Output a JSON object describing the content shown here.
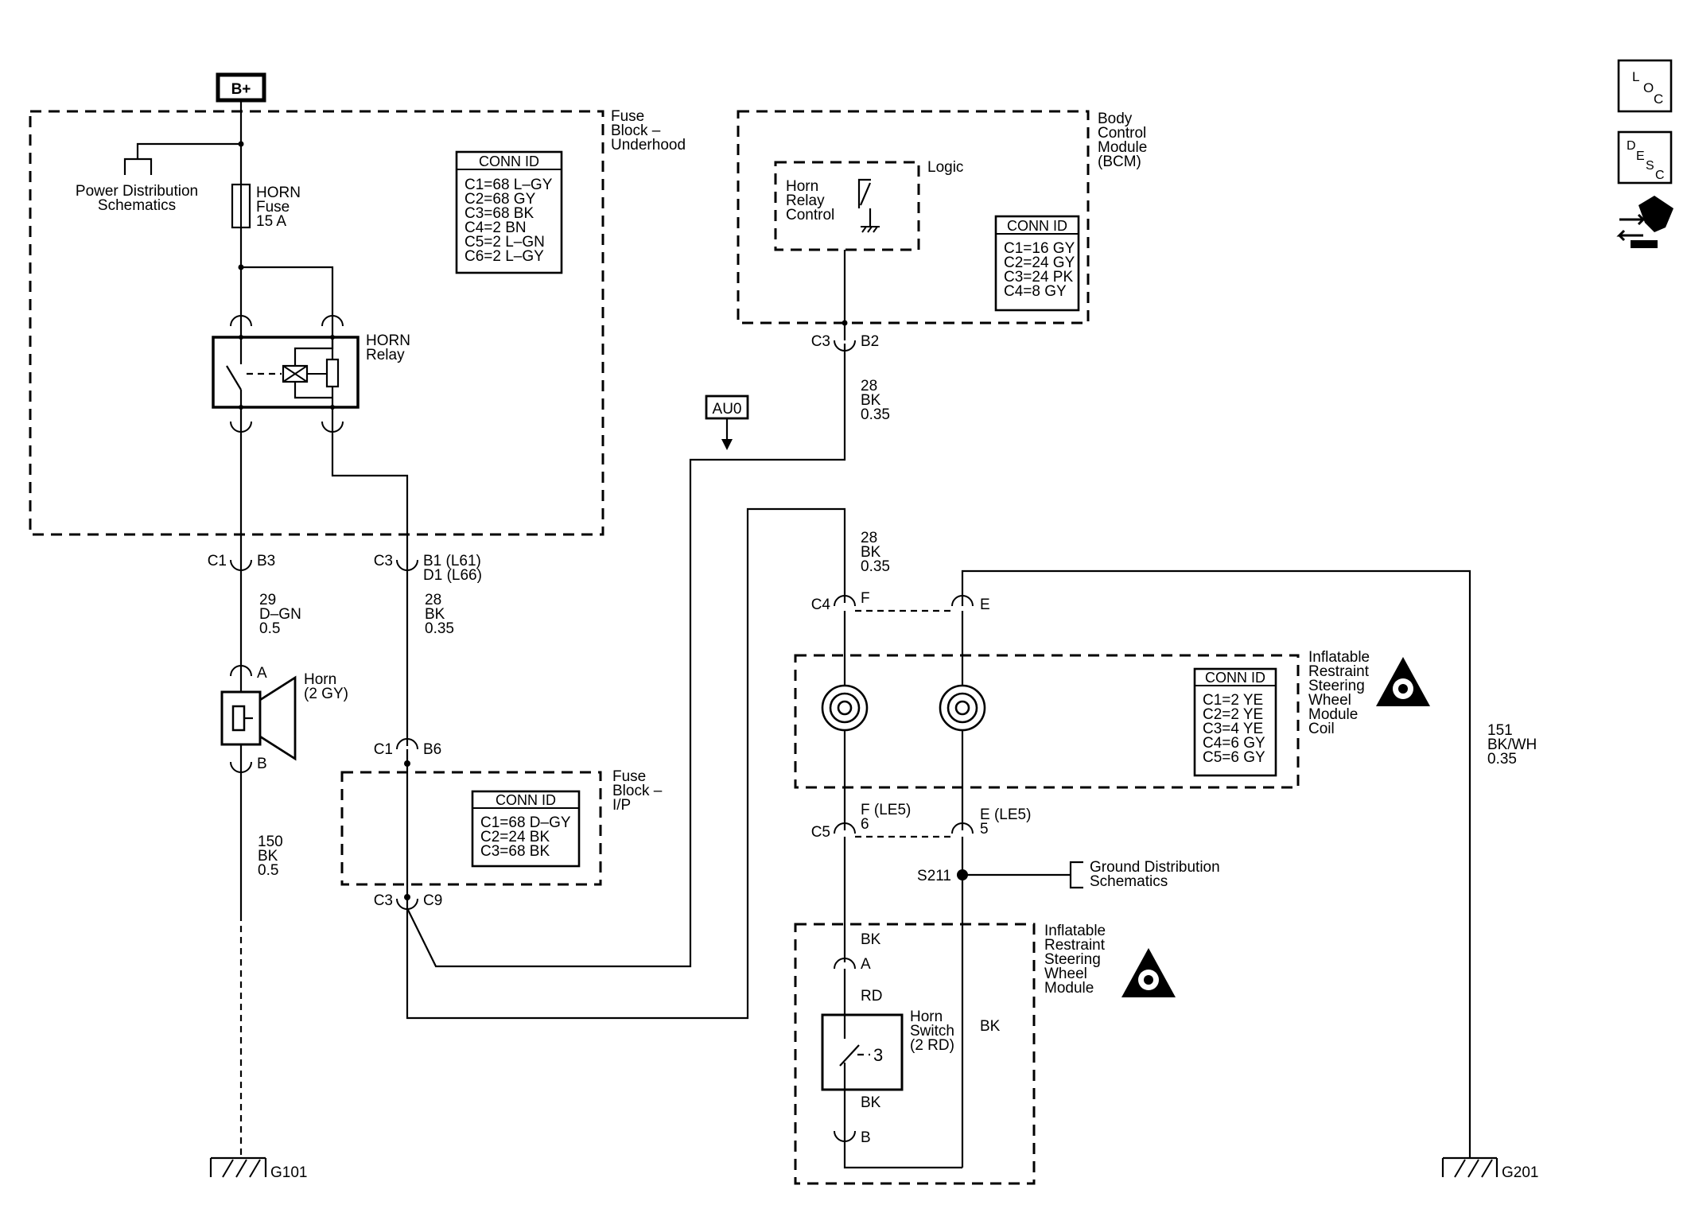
{
  "power": {
    "battery": "B+"
  },
  "fuse_block_underhood": {
    "title": [
      "Fuse",
      "Block –",
      "Underhood"
    ],
    "power_distribution": [
      "Power Distribution",
      "Schematics"
    ],
    "horn_fuse": [
      "HORN",
      "Fuse",
      "15 A"
    ],
    "horn_relay": [
      "HORN",
      "Relay"
    ],
    "conn_id": {
      "header": "CONN ID",
      "rows": [
        "C1=68 L–GY",
        "C2=68 GY",
        "C3=68 BK",
        "C4=2 BN",
        "C5=2 L–GN",
        "C6=2 L–GY"
      ]
    }
  },
  "bcm": {
    "title": [
      "Body",
      "Control",
      "Module",
      "(BCM)"
    ],
    "logic": "Logic",
    "horn_relay_control": [
      "Horn",
      "Relay",
      "Control"
    ],
    "conn_id": {
      "header": "CONN ID",
      "rows": [
        "C1=16 GY",
        "C2=24 GY",
        "C3=24 PK",
        "C4=8 GY"
      ]
    }
  },
  "fuse_block_ip": {
    "title": [
      "Fuse",
      "Block –",
      "I/P"
    ],
    "conn_id": {
      "header": "CONN ID",
      "rows": [
        "C1=68 D–GY",
        "C2=24 BK",
        "C3=68 BK"
      ]
    }
  },
  "coil_module": {
    "title": [
      "Inflatable",
      "Restraint",
      "Steering",
      "Wheel",
      "Module",
      "Coil"
    ],
    "conn_id": {
      "header": "CONN ID",
      "rows": [
        "C1=2 YE",
        "C2=2 YE",
        "C3=4 YE",
        "C4=6 GY",
        "C5=6 GY"
      ]
    }
  },
  "steering_module": {
    "title": [
      "Inflatable",
      "Restraint",
      "Steering",
      "Wheel",
      "Module"
    ],
    "horn_switch": [
      "Horn",
      "Switch",
      "(2 RD)"
    ]
  },
  "horn": {
    "label": [
      "Horn",
      "(2 GY)"
    ]
  },
  "ground_distribution": [
    "Ground Distribution",
    "Schematics"
  ],
  "splice": "S211",
  "grounds": {
    "g101": "G101",
    "g201": "G201"
  },
  "option_flag": "AU0",
  "connectors": {
    "c1": "C1",
    "b3": "B3",
    "c3": "C3",
    "b1": "B1 (L61)",
    "d1": "D1 (L66)",
    "a": "A",
    "b": "B",
    "c1b": "C1",
    "b6": "B6",
    "c3b": "C3",
    "c9": "C9",
    "c3bcm": "C3",
    "b2": "B2",
    "c4": "C4",
    "f": "F",
    "e": "E",
    "c5": "C5",
    "f_le5": "F (LE5)",
    "six": "6",
    "e_le5": "E (LE5)",
    "five": "5",
    "sw_a": "A",
    "sw_b": "B"
  },
  "wires": {
    "w29": [
      "29",
      "D–GN",
      "0.5"
    ],
    "w28a": [
      "28",
      "BK",
      "0.35"
    ],
    "w150": [
      "150",
      "BK",
      "0.5"
    ],
    "w28bcm": [
      "28",
      "BK",
      "0.35"
    ],
    "w28c4": [
      "28",
      "BK",
      "0.35"
    ],
    "w151": [
      "151",
      "BK/WH",
      "0.35"
    ],
    "bk1": "BK",
    "rd": "RD",
    "bk2": "BK",
    "bk3": "BK"
  },
  "side_icons": {
    "loc": [
      "L",
      "O",
      "C"
    ],
    "desc": [
      "D",
      "E",
      "S",
      "C"
    ],
    "connector": "connector-icon"
  }
}
